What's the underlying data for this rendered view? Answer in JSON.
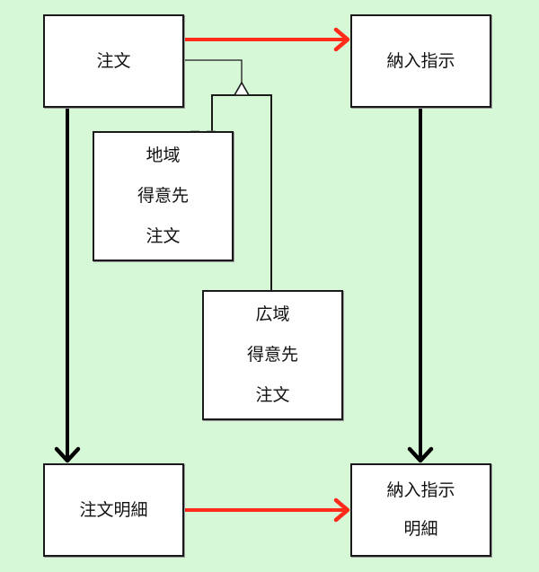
{
  "diagram": {
    "type": "entity-relationship / class hierarchy",
    "colors": {
      "background": "#d6f8d6",
      "box_fill": "#ffffff",
      "box_border": "#1a1a1a",
      "flow_arrow": "#ff2a1a",
      "hierarchy_arrow": "#000000",
      "inheritance_line": "#1a1a1a"
    },
    "entities": {
      "order": {
        "lines": [
          "注文"
        ]
      },
      "delivery_instruction": {
        "lines": [
          "納入指示"
        ]
      },
      "regional_customer_order": {
        "lines": [
          "地域",
          "得意先",
          "注文"
        ]
      },
      "wide_area_customer_order": {
        "lines": [
          "広域",
          "得意先",
          "注文"
        ]
      },
      "order_detail": {
        "lines": [
          "注文明細"
        ]
      },
      "delivery_instruction_detail": {
        "lines": [
          "納入指示",
          "明細"
        ]
      }
    },
    "relationships": [
      {
        "from": "注文",
        "to": "納入指示",
        "kind": "flow-arrow",
        "color": "red"
      },
      {
        "from": "注文明細",
        "to": "納入指示明細",
        "kind": "flow-arrow",
        "color": "red"
      },
      {
        "from": "注文",
        "to": "注文明細",
        "kind": "composition-arrow",
        "color": "black"
      },
      {
        "from": "納入指示",
        "to": "納入指示明細",
        "kind": "composition-arrow",
        "color": "black"
      },
      {
        "parent": "注文",
        "children": [
          "地域得意先注文",
          "広域得意先注文"
        ],
        "kind": "generalization",
        "symbol": "hollow-triangle"
      }
    ]
  }
}
